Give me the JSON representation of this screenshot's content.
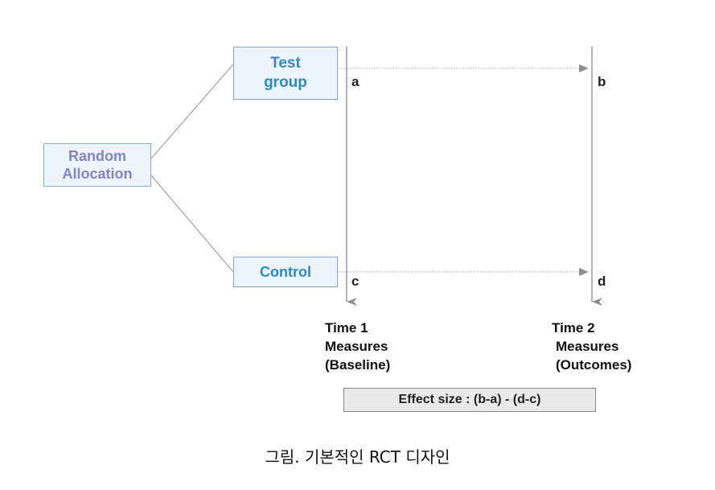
{
  "boxes": {
    "random_allocation": [
      "Random",
      "Allocation"
    ],
    "test_group": [
      "Test",
      "group"
    ],
    "control": "Control"
  },
  "points": {
    "a": "a",
    "b": "b",
    "c": "c",
    "d": "d"
  },
  "timepoints": {
    "time1": [
      "Time 1",
      "Measures",
      "(Baseline)"
    ],
    "time2": [
      "Time 2",
      "Measures",
      "(Outcomes)"
    ]
  },
  "effect_size": "Effect size : (b-a) - (d-c)",
  "caption": "그림. 기본적인 RCT 디자인",
  "colors": {
    "box_fill": "#eef4fb",
    "box_border": "#8aaccc",
    "random_text": "#7f86c4",
    "group_text": "#2f8ac2",
    "line": "#999999"
  }
}
